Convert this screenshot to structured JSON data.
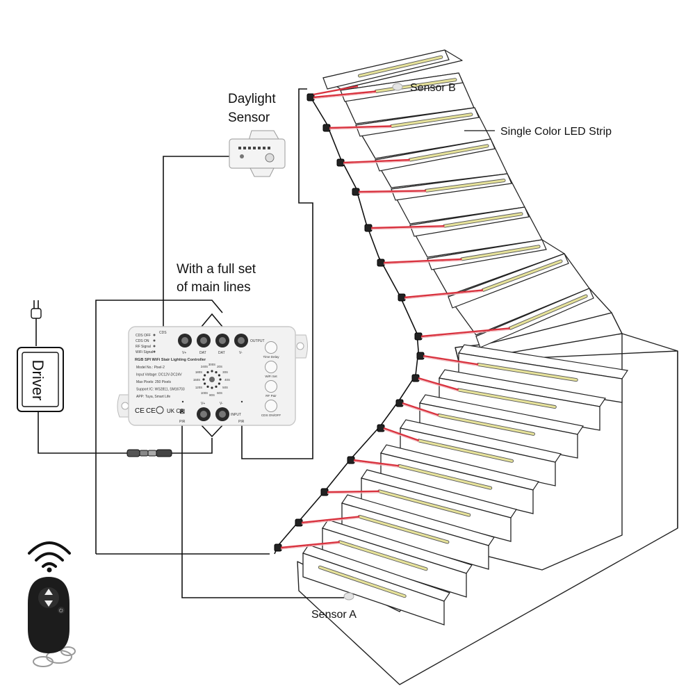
{
  "labels": {
    "daylight_sensor": [
      "Daylight",
      "Sensor"
    ],
    "main_lines": [
      "With a full set",
      "of main lines"
    ],
    "sensor_b": "Sensor B",
    "sensor_a": "Sensor A",
    "led_strip": "Single Color LED Strip",
    "driver": "Driver"
  },
  "controller": {
    "title": "RGB SPI WiFi Stair Lighting Controller",
    "specs": [
      "Model No.: Pixel-2",
      "Input Voltage: DC12V-DC24V",
      "Max Pixels: 250 Pixels",
      "Support IC: WS2811, SM16703",
      "APP: Tuya, Smart Life"
    ],
    "indicators": [
      "CDS OFF",
      "CDS ON",
      "RF Signal",
      "WiFi Signal"
    ],
    "cds_label": "CDS",
    "top_terminals": [
      "V+",
      "DAT",
      "DAT",
      "V-"
    ],
    "output_label": "OUTPUT",
    "input_terminals": [
      "V+",
      "V-"
    ],
    "input_label": "INPUT",
    "pir_labels": [
      "PIR",
      "PIR"
    ],
    "buttons": [
      "Time Delay",
      "WiFi Set",
      "RF Pair",
      "CDS ON/OFF"
    ],
    "dial_values": [
      "300S",
      "20S",
      "30S",
      "40S",
      "50S",
      "60S",
      "80S",
      "100S",
      "120S",
      "150S",
      "180S",
      "240S"
    ],
    "cert_marks": [
      "CE",
      "CE",
      "UK CA"
    ]
  },
  "colors": {
    "wire": "#111111",
    "red_wire": "#d9333f",
    "led": "#e6e29a",
    "device": "#f2f2f2",
    "remote": "#1c1c1c"
  }
}
